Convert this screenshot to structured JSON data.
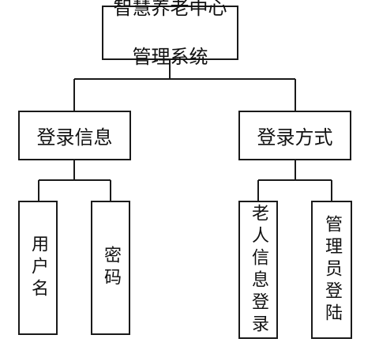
{
  "diagram": {
    "root": {
      "line1": "智慧养老中心",
      "line2": "管理系统"
    },
    "level1": [
      {
        "label": "登录信息"
      },
      {
        "label": "登录方式"
      }
    ],
    "leaves_left": [
      {
        "label": "用户名"
      },
      {
        "label": "密码"
      }
    ],
    "leaves_right": [
      {
        "label": "老人信息登录"
      },
      {
        "label": "管理员登陆"
      }
    ]
  }
}
